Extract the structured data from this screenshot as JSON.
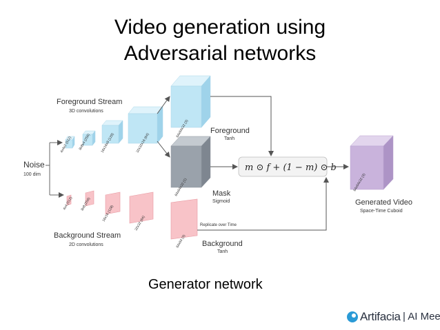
{
  "slide": {
    "title_line1": "Video generation using",
    "title_line2": "Adversarial networks",
    "caption": "Generator network"
  },
  "diagram": {
    "foreground_stream": {
      "title": "Foreground Stream",
      "subtitle": "3D convolutions"
    },
    "background_stream": {
      "title": "Background Stream",
      "subtitle": "2D convolutions"
    },
    "noise": {
      "title": "Noise",
      "subtitle": "100 dim"
    },
    "fg_cube_labels": [
      "4x4x2 (512)",
      "8x8x4 (256)",
      "16x16x8 (128)",
      "32x32x16 (64)",
      "64x64x32 (3)"
    ],
    "bg_layer_labels": [
      "4x4 (512)",
      "8x8 (256)",
      "16x16 (128)",
      "32x32 (64)",
      "64x64 (3)"
    ],
    "mask_cube_label": "64x64x32 (1)",
    "foreground_out": {
      "title": "Foreground",
      "subtitle": "Tanh"
    },
    "mask_out": {
      "title": "Mask",
      "subtitle": "Sigmoid"
    },
    "background_out": {
      "title": "Background",
      "subtitle": "Tanh"
    },
    "replicate_note": "Replicate over Time",
    "formula": "m ⊙ f + (1 − m) ⊙ b",
    "generated": {
      "title": "Generated Video",
      "subtitle": "Space-Time Cuboid",
      "cube_label": "64x64x32 (3)"
    }
  },
  "logo": {
    "brand": "Artifacia",
    "suffix": "| AI Meet"
  },
  "colors": {
    "fg_front": "#bfe6f5",
    "fg_top": "#dff3fb",
    "fg_side": "#9fd3ea",
    "mask_front": "#9aa2ab",
    "mask_top": "#c4cad0",
    "mask_side": "#7e8690",
    "bg_fill": "#f8c3c8",
    "gen_front": "#c9b3dc",
    "gen_top": "#e2d5ed",
    "gen_side": "#ad94c6",
    "logo_blue": "#2a9ad6"
  }
}
